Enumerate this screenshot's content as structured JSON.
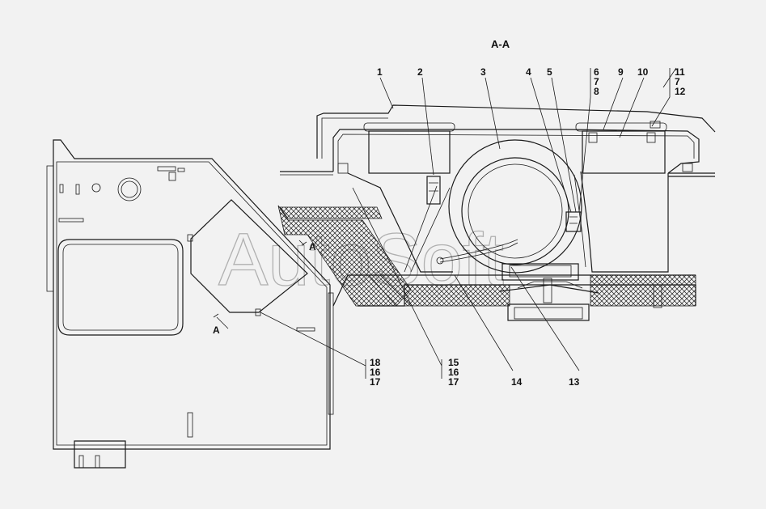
{
  "section_title": "A-A",
  "view_marker": "A",
  "watermark": "AutoSoft",
  "callouts": {
    "c1": "1",
    "c2": "2",
    "c3": "3",
    "c4": "4",
    "c5": "5",
    "c6": "6",
    "c7": "7",
    "c8": "8",
    "c9": "9",
    "c10": "10",
    "c11": "11",
    "c7b": "7",
    "c12": "12",
    "c13": "13",
    "c14": "14",
    "c15": "15",
    "c16": "16",
    "c17": "17",
    "c18": "18",
    "c16b": "16",
    "c17b": "17"
  },
  "colors": {
    "line": "#1a1a1a",
    "background": "#f2f2f2",
    "hatch": "#1a1a1a"
  }
}
